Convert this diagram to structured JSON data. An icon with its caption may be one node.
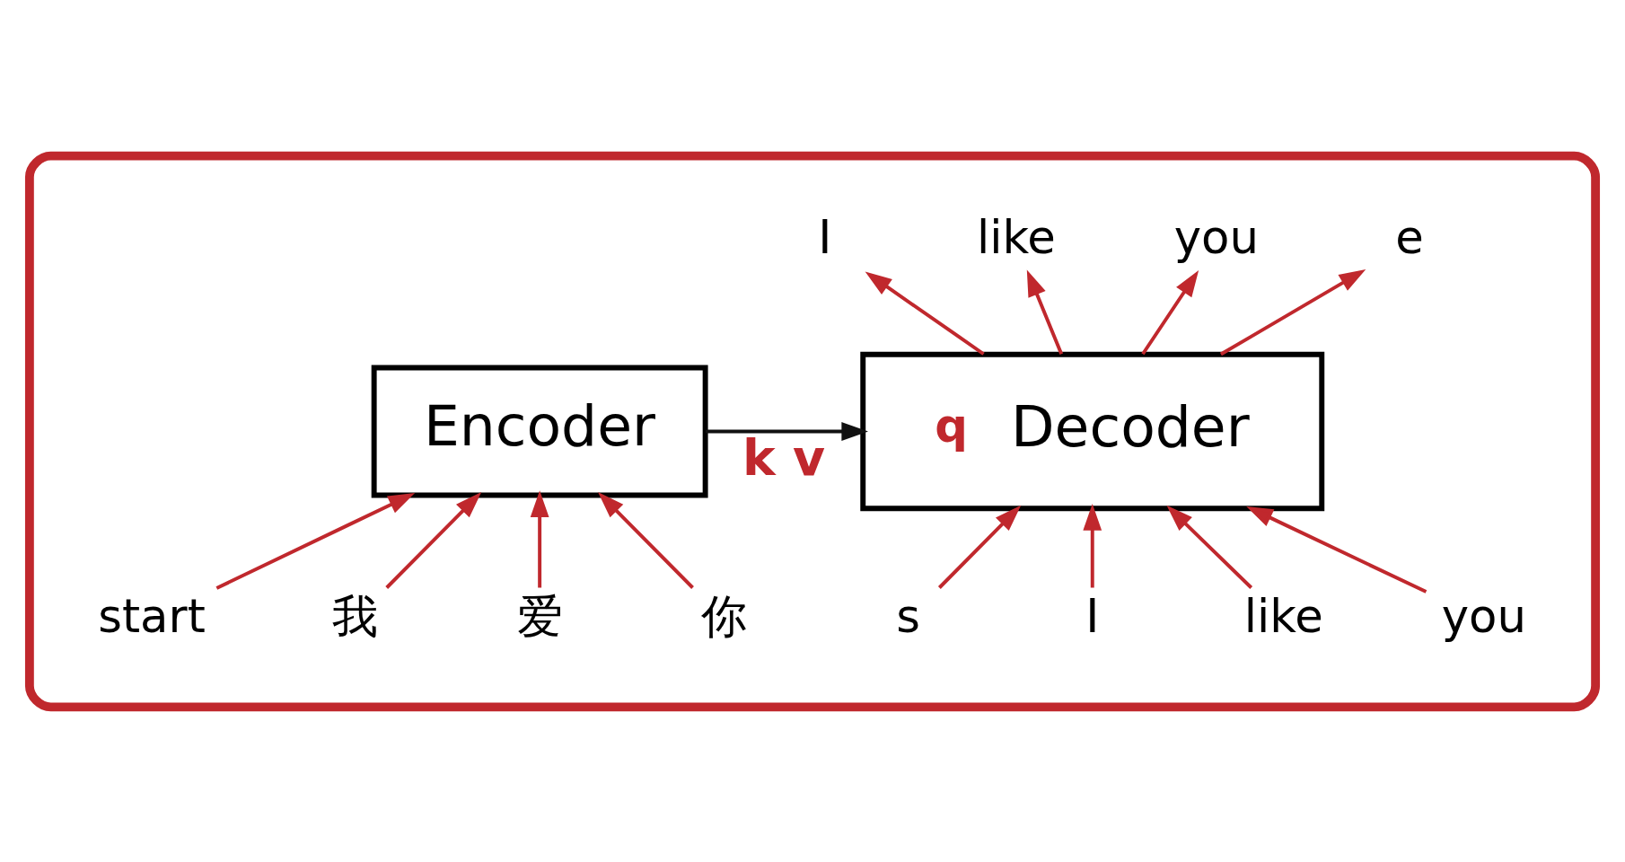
{
  "diagram": {
    "nodes": [
      {
        "text": [],
        "shape": "box"
      },
      {
        "text": [
          "I"
        ],
        "in": 0
      },
      {
        "text": [
          "like"
        ],
        "in": 0
      },
      {
        "text": [
          "you"
        ],
        "in": 0
      },
      {
        "text": [
          "e"
        ],
        "in": 0
      },
      {
        "text": [
          "Encoder"
        ],
        "in": 0
      },
      {
        "text": [
          "q",
          "Decoder"
        ],
        "in": 0
      },
      {
        "text": [
          "start"
        ],
        "in": 0
      },
      {
        "text": [
          "我"
        ],
        "in": 0
      },
      {
        "text": [
          "爱"
        ],
        "in": 0
      },
      {
        "text": [
          "你"
        ],
        "in": 0
      },
      {
        "text": [
          "s"
        ],
        "in": 0
      },
      {
        "text": [
          "I"
        ],
        "in": 0
      },
      {
        "text": [
          "like"
        ],
        "in": 0
      },
      {
        "text": [
          "you"
        ],
        "in": 0
      }
    ],
    "edges": [
      {
        "from": 7,
        "to": 5,
        "arrow": "to"
      },
      {
        "from": 8,
        "to": 5,
        "arrow": "to"
      },
      {
        "from": 9,
        "to": 5,
        "arrow": "to"
      },
      {
        "from": 10,
        "to": 5,
        "arrow": "to"
      },
      {
        "from": 5,
        "to": 6,
        "arrow": "to",
        "label": "k v",
        "color": "#111111"
      },
      {
        "from": 11,
        "to": 6,
        "arrow": "to"
      },
      {
        "from": 12,
        "to": 6,
        "arrow": "to"
      },
      {
        "from": 13,
        "to": 6,
        "arrow": "to"
      },
      {
        "from": 14,
        "to": 6,
        "arrow": "to"
      },
      {
        "from": 6,
        "to": 1,
        "arrow": "to"
      },
      {
        "from": 6,
        "to": 2,
        "arrow": "to"
      },
      {
        "from": 6,
        "to": 3,
        "arrow": "to"
      },
      {
        "from": 6,
        "to": 4,
        "arrow": "to"
      }
    ]
  }
}
